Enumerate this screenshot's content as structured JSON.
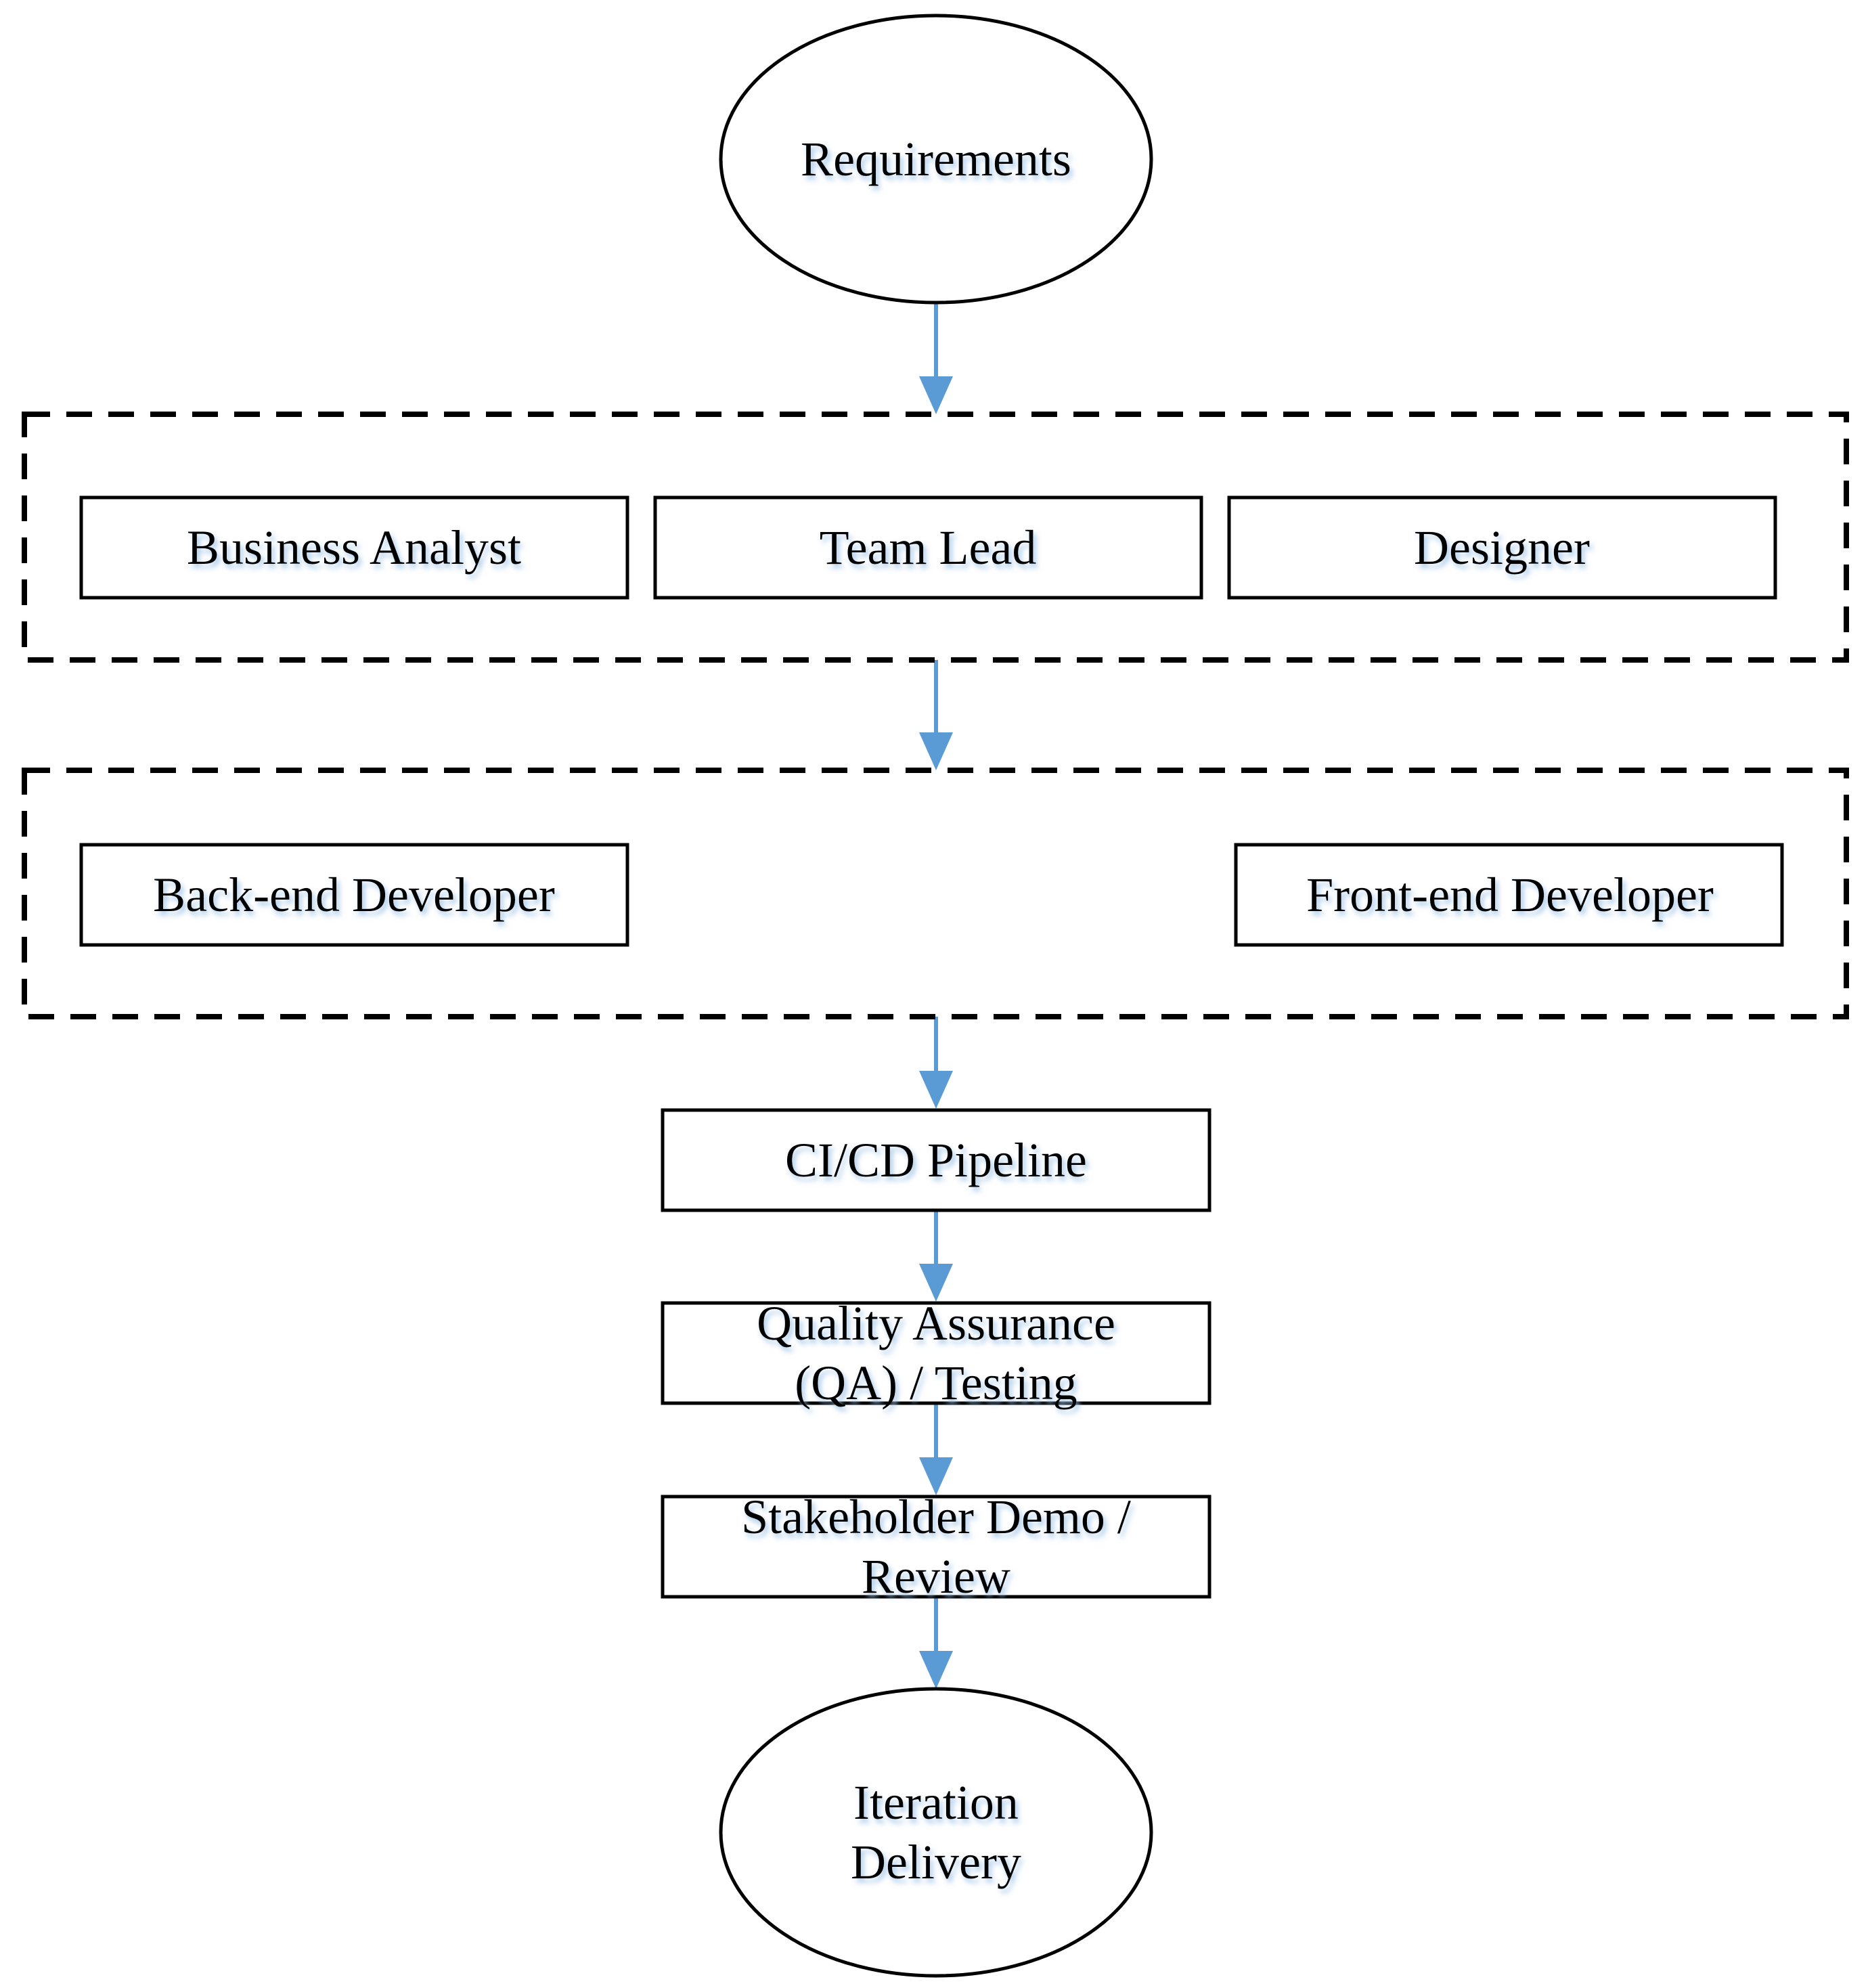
{
  "nodes": {
    "requirements": {
      "lines": [
        "Requirements"
      ]
    },
    "business_analyst": {
      "lines": [
        "Business Analyst"
      ]
    },
    "team_lead": {
      "lines": [
        "Team Lead"
      ]
    },
    "designer": {
      "lines": [
        "Designer"
      ]
    },
    "backend_developer": {
      "lines": [
        "Back-end Developer"
      ]
    },
    "frontend_developer": {
      "lines": [
        "Front-end Developer"
      ]
    },
    "cicd_pipeline": {
      "lines": [
        "CI/CD Pipeline"
      ]
    },
    "qa_testing": {
      "lines": [
        "Quality Assurance",
        "(QA) / Testing"
      ]
    },
    "stakeholder_demo": {
      "lines": [
        "Stakeholder Demo /",
        "Review"
      ]
    },
    "iteration_delivery": {
      "lines": [
        "Iteration",
        "Delivery"
      ]
    }
  },
  "colors": {
    "arrow": "#5b9bd5",
    "stroke": "#000000",
    "text_shadow": "#9dc3e6"
  }
}
